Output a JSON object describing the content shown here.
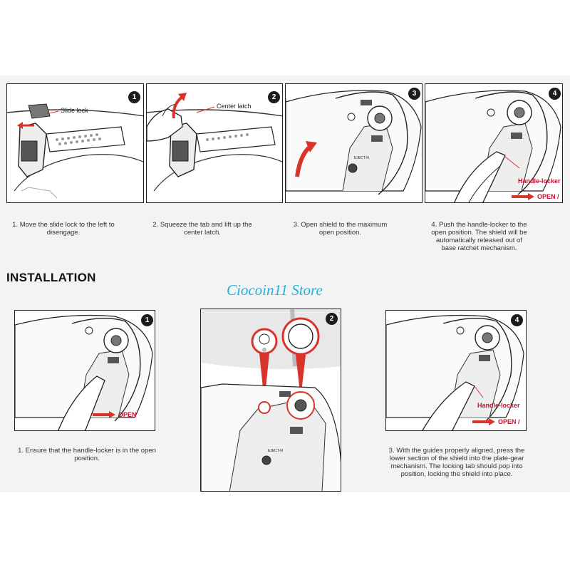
{
  "removal": {
    "steps": [
      {
        "badge": "1",
        "callout": "Slide lock",
        "caption_lines": [
          "1. Move the slide lock to the left to",
          "disengage."
        ]
      },
      {
        "badge": "2",
        "callout": "Center latch",
        "caption_lines": [
          "2. Squeeze the tab and lift up the",
          "center latch."
        ]
      },
      {
        "badge": "3",
        "caption_lines": [
          "3. Open shield to the maximum",
          "open position."
        ]
      },
      {
        "badge": "4",
        "callout": "Handle-locker",
        "open_label": "OPEN /",
        "caption_lines": [
          "4. Push the handle-locker to the",
          "open position. The shield will be",
          "automatically released out of",
          "base ratchet mechanism."
        ]
      }
    ]
  },
  "installation": {
    "heading": "INSTALLATION",
    "steps": [
      {
        "badge": "1",
        "open_label": "OPEN",
        "caption_lines": [
          "1. Ensure that the handle-locker is in the open",
          "position."
        ]
      },
      {
        "badge": "2"
      },
      {
        "badge": "4",
        "callout": "Handle-locker",
        "open_label": "OPEN /",
        "caption_lines": [
          "3. With the guides properly aligned, press the",
          "lower section of the shield into the plate-gear",
          "mechanism. The locking tab should pop into",
          "position, locking the shield into place."
        ]
      }
    ]
  },
  "mechanism_marking": "EJECT-N",
  "watermark": "Ciocoin11 Store",
  "colors": {
    "accent_red": "#d9342b",
    "watermark": "#25b0d8",
    "badge": "#1b1b1b"
  }
}
